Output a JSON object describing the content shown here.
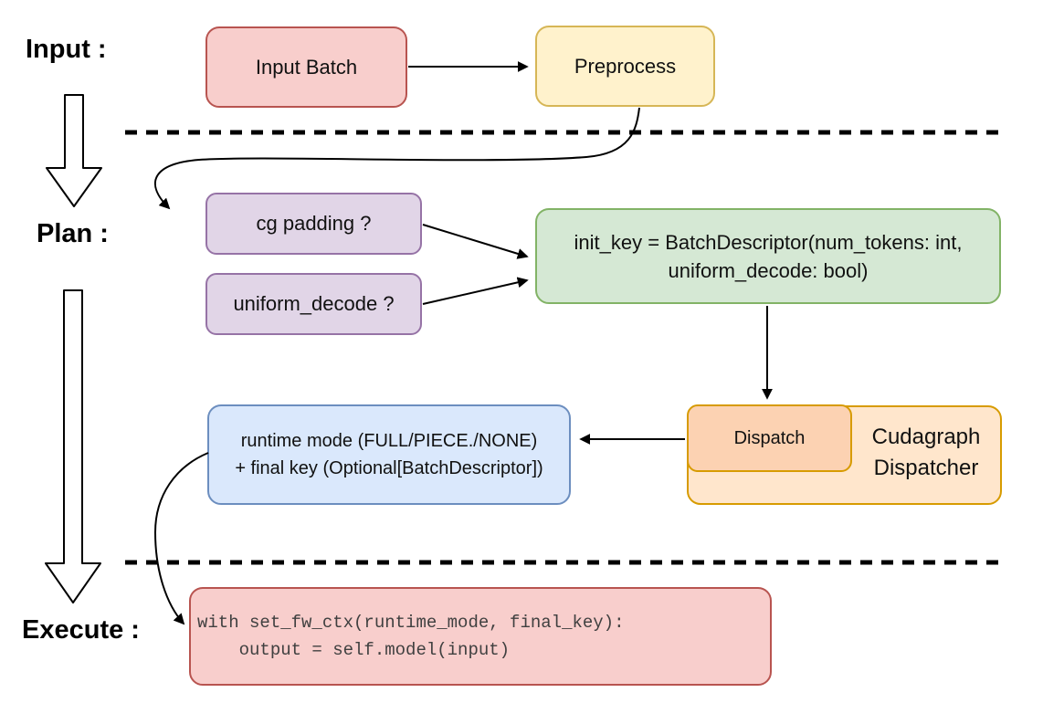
{
  "stages": {
    "input": {
      "label": "Input :"
    },
    "plan": {
      "label": "Plan :"
    },
    "execute": {
      "label": "Execute :"
    }
  },
  "nodes": {
    "input_batch": {
      "label": "Input Batch",
      "fill": "#f8cecc",
      "stroke": "#b85450"
    },
    "preprocess": {
      "label": "Preprocess",
      "fill": "#fff2cc",
      "stroke": "#d6b656"
    },
    "cg_padding": {
      "label": "cg padding ?",
      "fill": "#e1d5e7",
      "stroke": "#9673a6"
    },
    "uniform_decode": {
      "label": "uniform_decode ?",
      "fill": "#e1d5e7",
      "stroke": "#9673a6"
    },
    "init_key": {
      "label": "init_key = BatchDescriptor(num_tokens: int, uniform_decode: bool)",
      "fill": "#d5e8d4",
      "stroke": "#82b366"
    },
    "dispatch": {
      "label": "Dispatch",
      "fill": "#fcd2b2",
      "stroke": "#d79b00"
    },
    "cudagraph_dispatcher": {
      "label": "Cudagraph Dispatcher",
      "fill": "#ffe6cc",
      "stroke": "#d79b00"
    },
    "runtime_mode": {
      "lines": [
        "runtime mode (FULL/PIECE./NONE)",
        "+ final key (Optional[BatchDescriptor])"
      ],
      "fill": "#dae8fc",
      "stroke": "#6c8ebf"
    },
    "execute_code": {
      "lines": [
        "with set_fw_ctx(runtime_mode, final_key):",
        "    output = self.model(input)"
      ],
      "fill": "#f8cecc",
      "stroke": "#b85450"
    }
  },
  "connector_color": "#000000"
}
